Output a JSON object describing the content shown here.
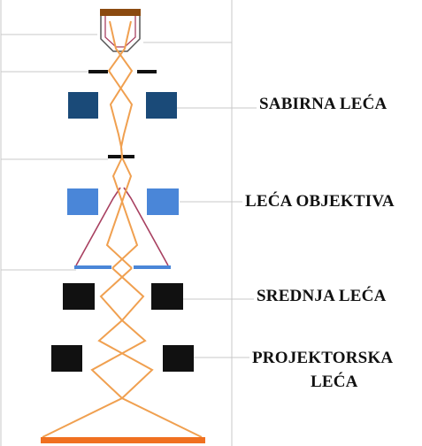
{
  "labels": {
    "condenser_lens": "SABIRNA LEĆA",
    "objective_lens": "LEĆA OBJEKTIVA",
    "intermediate_lens": "SREDNJA LEĆA",
    "projector_lens_line1": "PROJEKTORSKA",
    "projector_lens_line2": "LEĆA"
  },
  "colors": {
    "beam": "#f0a050",
    "screen": "#f07020",
    "condenser_lens": "#1a4a78",
    "objective_lens": "#4a86d8",
    "objective_stage": "#4a86d8",
    "intermediate_lens": "#111111",
    "projector_lens": "#111111",
    "cone": "#a84060",
    "aperture": "#111111",
    "source_cap": "#8b4a10",
    "guide_lines": "#c8c8c8"
  }
}
